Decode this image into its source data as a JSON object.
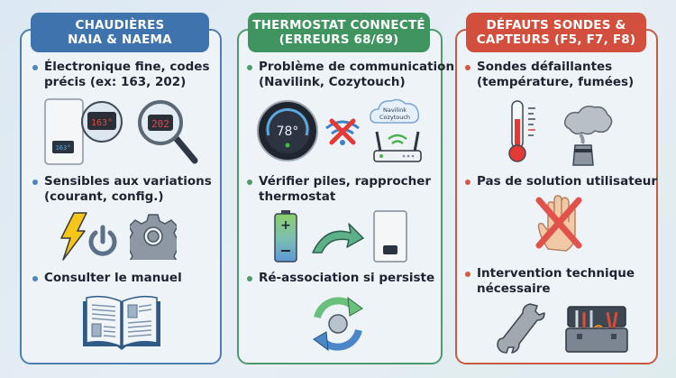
{
  "columns": [
    {
      "id": "chaudieres",
      "title_line1": "CHAUDIÈRES",
      "title_line2": "NAIA & NAEMA",
      "accent": "#3f73ad",
      "items": [
        {
          "line1": "Électronique fine, codes",
          "line2": "précis (ex: 163, 202)",
          "icons": [
            "boiler-icon",
            "magnifier-icon"
          ],
          "codes": [
            "163°",
            "202"
          ]
        },
        {
          "line1": "Sensibles aux variations",
          "line2": "(courant, config.)",
          "icons": [
            "lightning-icon",
            "power-icon",
            "gear-icon"
          ]
        },
        {
          "line1": "Consulter le manuel",
          "icons": [
            "open-book-icon"
          ]
        }
      ]
    },
    {
      "id": "thermostat",
      "title_line1": "THERMOSTAT CONNECTÉ",
      "title_line2": "(ERREURS 68/69)",
      "accent": "#3f9460",
      "items": [
        {
          "line1": "Problème de communication",
          "line2": "(Navilink, Cozytouch)",
          "icons": [
            "thermostat-icon",
            "wifi-error-icon",
            "cloud-icon",
            "router-icon"
          ],
          "thermostat_value": "78°",
          "cloud_text_1": "Navilink",
          "cloud_text_2": "Cozytouch"
        },
        {
          "line1": "Vérifier piles, rapprocher",
          "line2": "thermostat",
          "icons": [
            "battery-icon",
            "arrow-icon",
            "boiler-icon"
          ]
        },
        {
          "line1": "Ré-association si persiste",
          "icons": [
            "sync-icon"
          ]
        }
      ]
    },
    {
      "id": "sondes",
      "title_line1": "DÉFAUTS SONDES &",
      "title_line2": "CAPTEURS (F5, F7, F8)",
      "accent": "#d24f3d",
      "items": [
        {
          "line1": "Sondes défaillantes",
          "line2": "(température, fumées)",
          "icons": [
            "thermometer-icon",
            "smoke-icon"
          ]
        },
        {
          "line1": "Pas de solution utilisateur",
          "icons": [
            "crossed-hand-icon"
          ]
        },
        {
          "line1": "Intervention technique",
          "line2": "nécessaire",
          "icons": [
            "wrench-icon",
            "toolbox-icon"
          ]
        }
      ]
    }
  ]
}
